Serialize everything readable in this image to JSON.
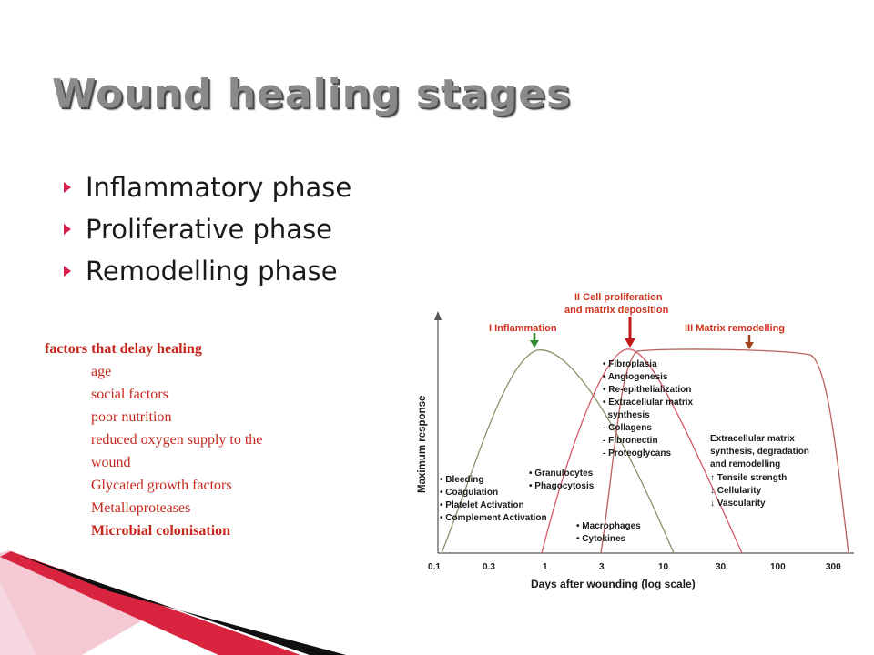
{
  "slide": {
    "title": "Wound healing stages",
    "bullets": [
      "Inflammatory phase",
      "Proliferative phase",
      "Remodelling phase"
    ]
  },
  "factors": {
    "heading": "factors that delay healing",
    "items": [
      "age",
      "social factors",
      "poor nutrition",
      "reduced oxygen supply to the",
      "wound",
      "Glycated growth factors",
      "Metalloproteases",
      "Microbial colonisation"
    ]
  },
  "diagram": {
    "phases": {
      "inflammation": "I Inflammation",
      "proliferation_line1": "II Cell proliferation",
      "proliferation_line2": "and matrix deposition",
      "remodelling": "III Matrix remodelling"
    },
    "y_axis_label": "Maximum response",
    "x_axis_label": "Days after wounding (log scale)",
    "x_ticks": [
      "0.1",
      "0.3",
      "1",
      "3",
      "10",
      "30",
      "100",
      "300"
    ],
    "inflammation_items": [
      "• Bleeding",
      "• Coagulation",
      "• Platelet Activation",
      "• Complement Activation"
    ],
    "cell_items": [
      "• Granulocytes",
      "• Phagocytosis"
    ],
    "macrophage_items": [
      "• Macrophages",
      "• Cytokines"
    ],
    "proliferation_items": [
      "• Fibroplasia",
      "• Angiogenesis",
      "• Re-epithelialization",
      "• Extracellular matrix",
      "  synthesis",
      "- Collagens",
      "- Fibronectin",
      "- Proteoglycans"
    ],
    "remodelling_items": [
      "Extracellular matrix",
      "synthesis, degradation",
      "and remodelling",
      "↑ Tensile strength",
      "↓ Cellularity",
      "↓ Vascularity"
    ],
    "colors": {
      "phase_label": "#d0341f",
      "curve_inflammation": "#8f8f6a",
      "curve_proliferation": "#d65a6a",
      "curve_remodelling": "#b8605a",
      "arrow_inflammation": "#2e8b2e",
      "arrow_proliferation": "#c21a1a",
      "arrow_remodelling": "#a0421e"
    }
  },
  "theme": {
    "accent": "#d61e4a",
    "title_color": "#8a8a8a",
    "factors_color": "#c4281d"
  }
}
